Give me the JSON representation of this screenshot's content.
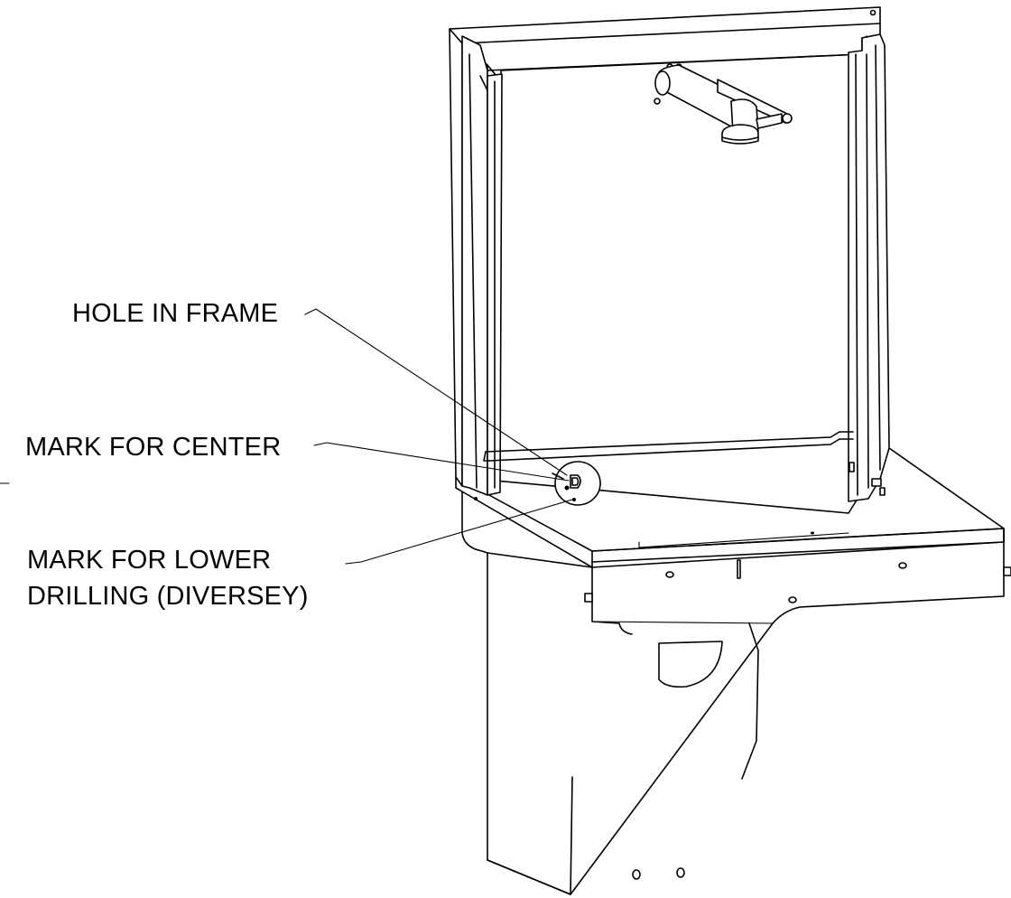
{
  "callouts": {
    "hole_in_frame": "HOLE IN FRAME",
    "mark_for_center": "MARK FOR CENTER",
    "mark_for_lower_line1": "MARK FOR LOWER",
    "mark_for_lower_line2": "DRILLING (DIVERSEY)"
  },
  "colors": {
    "line": "#000000",
    "background": "#ffffff"
  }
}
